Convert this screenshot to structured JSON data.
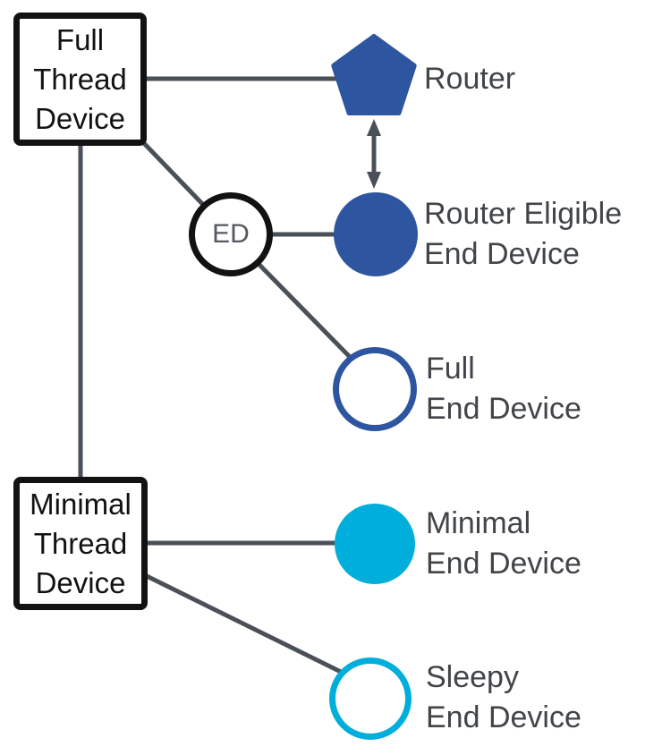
{
  "colors": {
    "dark_blue": "#2d55a0",
    "cyan": "#00aedb",
    "line": "#4a5058",
    "label_text": "#414448",
    "node_text": "#121212",
    "ed_text": "#54595f",
    "background": "#ffffff"
  },
  "nodes": {
    "full_thread_device": {
      "lines": [
        "Full",
        "Thread",
        "Device"
      ]
    },
    "minimal_thread_device": {
      "lines": [
        "Minimal",
        "Thread",
        "Device"
      ]
    },
    "ed_badge": {
      "label": "ED"
    }
  },
  "labels": {
    "router": {
      "line1": "Router"
    },
    "router_eligible_end_device": {
      "line1": "Router Eligible",
      "line2": "End Device"
    },
    "full_end_device": {
      "line1": "Full",
      "line2": "End Device"
    },
    "minimal_end_device": {
      "line1": "Minimal",
      "line2": "End Device"
    },
    "sleepy_end_device": {
      "line1": "Sleepy",
      "line2": "End Device"
    }
  },
  "shapes": {
    "router": "filled-pentagon-dark-blue",
    "router_eligible_end_device": "filled-circle-dark-blue",
    "full_end_device": "outlined-circle-dark-blue",
    "minimal_end_device": "filled-circle-cyan",
    "sleepy_end_device": "outlined-circle-cyan"
  }
}
